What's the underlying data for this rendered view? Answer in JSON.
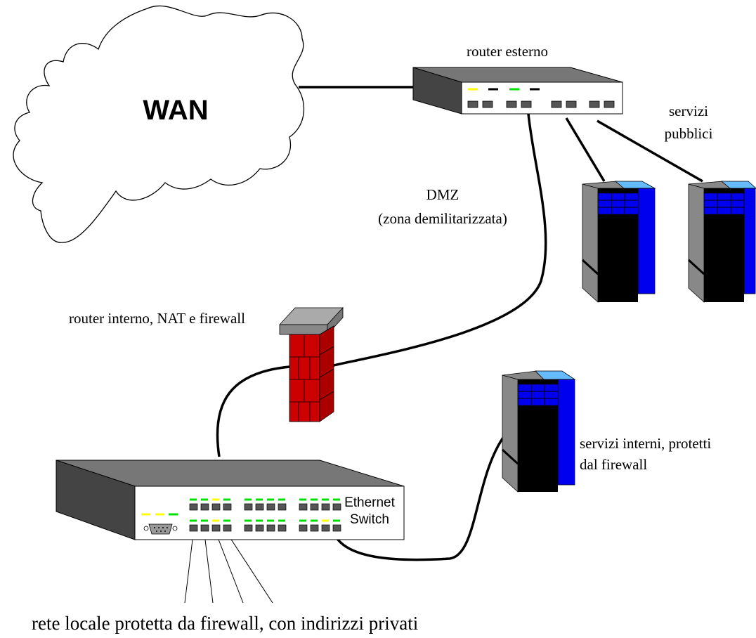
{
  "cloud": {
    "label": "WAN"
  },
  "external_router": {
    "label": "router esterno"
  },
  "public_services": {
    "line1": "servizi",
    "line2": "pubblici"
  },
  "dmz": {
    "line1": "DMZ",
    "line2": "(zona demilitarizzata)"
  },
  "firewall": {
    "label": "router interno, NAT e firewall"
  },
  "internal_services": {
    "line1": "servizi interni, protetti",
    "line2": "dal firewall"
  },
  "switch": {
    "line1": "Ethernet",
    "line2": "Switch"
  },
  "lan": {
    "label": "rete locale protetta da firewall, con indirizzi privati"
  },
  "colors": {
    "led_yellow": "#ffff00",
    "led_green": "#00e000",
    "brick_red": "#cc0000",
    "server_blue": "#0000ee",
    "server_light_blue": "#66bbff"
  }
}
